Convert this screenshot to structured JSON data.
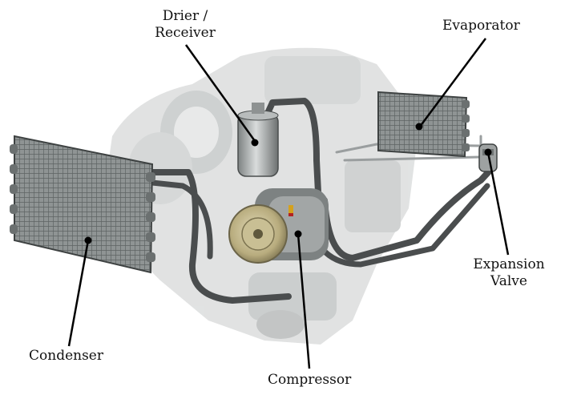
{
  "labels": {
    "drier": [
      "Drier /",
      "Receiver"
    ],
    "evaporator": "Evaporator",
    "condenser": "Condenser",
    "compressor": "Compressor",
    "expansion_valve": [
      "Expansion",
      "Valve"
    ]
  },
  "colors": {
    "engine": "#d6d8d8",
    "engine_dark": "#a9adad",
    "hose": "#4a4d4e",
    "hose_highlight": "#9a9e9f",
    "coil": "#6b7070",
    "pulley": "#b8ac7e",
    "leader": "#000000"
  },
  "icons": [
    "engine-image",
    "condenser-coil",
    "evaporator-coil",
    "drier-canister",
    "compressor-unit",
    "expansion-valve"
  ]
}
